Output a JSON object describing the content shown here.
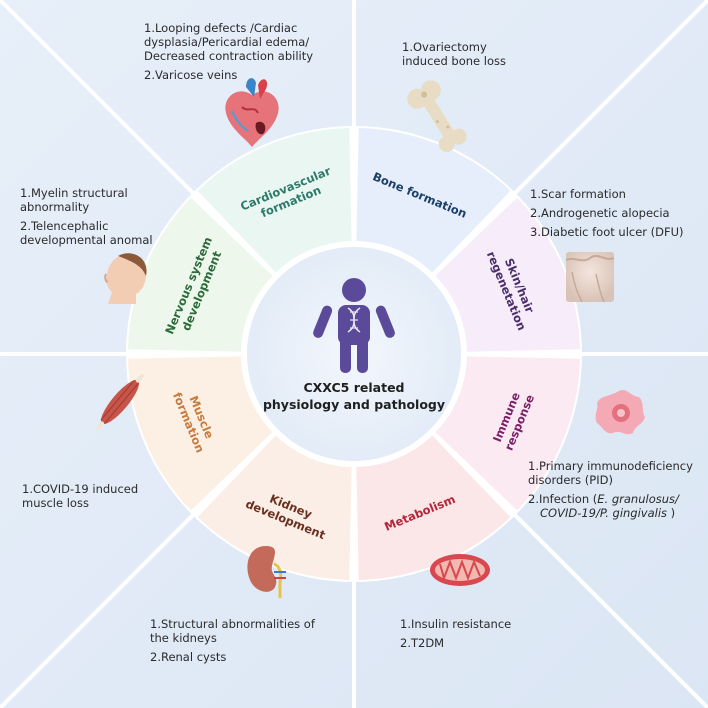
{
  "center": {
    "title_line1": "CXXC5 related",
    "title_line2": "physiology and pathology"
  },
  "segments": [
    {
      "key": "bone",
      "label_lines": [
        "Bone formation"
      ],
      "color": "#1b3f66",
      "fill": "#e6eefb"
    },
    {
      "key": "skin",
      "label_lines": [
        "Skin/hair",
        "regenetation"
      ],
      "color": "#4a2e6a",
      "fill": "#f6ecfa"
    },
    {
      "key": "immune",
      "label_lines": [
        "Immune",
        "response"
      ],
      "color": "#7a1f6a",
      "fill": "#fbeaf2"
    },
    {
      "key": "metabolism",
      "label_lines": [
        "Metabolism"
      ],
      "color": "#b3263a",
      "fill": "#fbe7e8"
    },
    {
      "key": "kidney",
      "label_lines": [
        "Kidney",
        "development"
      ],
      "color": "#6b2f1e",
      "fill": "#faeee6"
    },
    {
      "key": "muscle",
      "label_lines": [
        "Muscle",
        "formation"
      ],
      "color": "#c97a3c",
      "fill": "#fcf0e4"
    },
    {
      "key": "nervous",
      "label_lines": [
        "Nervous system",
        "development"
      ],
      "color": "#2e6b3a",
      "fill": "#eef7ec"
    },
    {
      "key": "cardio",
      "label_lines": [
        "Cardiovascular",
        "formation"
      ],
      "color": "#2e7a6a",
      "fill": "#eaf6f1"
    }
  ],
  "notes": {
    "cardio": [
      "1.Looping defects /Cardiac",
      "dysplasia/Pericardial edema/",
      "Decreased contraction ability",
      "2.Varicose veins"
    ],
    "bone": [
      "1.Ovariectomy",
      "induced bone loss"
    ],
    "skin": [
      "1.Scar formation",
      "2.Androgenetic alopecia",
      "3.Diabetic foot ulcer (DFU)"
    ],
    "nervous": [
      "1.Myelin structural",
      "abnormality",
      "2.Telencephalic",
      "developmental anomal"
    ],
    "muscle": [
      "1.COVID-19 induced",
      "muscle loss"
    ],
    "immune": [
      "1.Primary immunodeficiency",
      "disorders (PID)",
      "2.Infection (",
      "E. granulosus/",
      "COVID-19/P. gingivalis",
      " )"
    ],
    "kidney": [
      "1.Structural abnormalities of",
      "the kidneys",
      "2.Renal cysts"
    ],
    "metabolism": [
      "1.Insulin resistance",
      "2.T2DM"
    ]
  },
  "icons": {
    "heart": "heart-icon",
    "bone": "bone-icon",
    "skin": "skin-icon",
    "head": "human-head-icon",
    "muscle": "muscle-icon",
    "immune_cell": "immune-cell-icon",
    "kidney": "kidney-icon",
    "mitochondrion": "mitochondrion-icon",
    "person": "person-dna-icon"
  },
  "colors": {
    "background": "#e4edf8",
    "divider": "#ffffff",
    "person": "#5b4a9a",
    "inner_circle": "#e8f0fb"
  }
}
